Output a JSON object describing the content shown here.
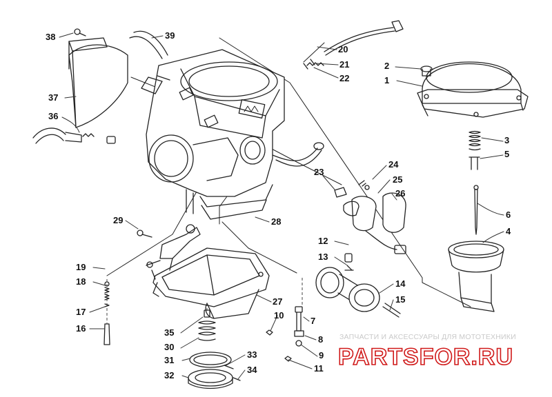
{
  "diagram": {
    "callouts": [
      "1",
      "2",
      "3",
      "4",
      "5",
      "6",
      "7",
      "8",
      "9",
      "10",
      "11",
      "12",
      "13",
      "14",
      "15",
      "16",
      "17",
      "18",
      "19",
      "20",
      "21",
      "22",
      "23",
      "24",
      "25",
      "26",
      "27",
      "28",
      "29",
      "30",
      "31",
      "32",
      "33",
      "34",
      "35",
      "36",
      "37",
      "38",
      "39"
    ]
  },
  "watermark": {
    "caption": "ЗАПЧАСТИ И АКСЕССУАРЫ ДЛЯ МОТОТЕХНИКИ",
    "logo_text": "PARTSFOR.RU",
    "color": "#d01818"
  },
  "colors": {
    "line": "#222222",
    "leader": "#333333"
  }
}
